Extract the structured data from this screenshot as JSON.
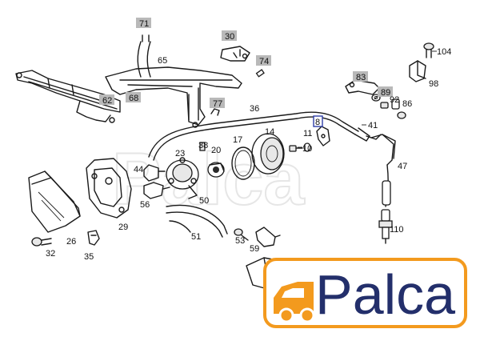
{
  "diagram": {
    "labels": {
      "l71": "71",
      "l30": "30",
      "l65": "65",
      "l74": "74",
      "l104": "104",
      "l98": "98",
      "l62": "62",
      "l68": "68",
      "l77": "77",
      "l36": "36",
      "l83": "83",
      "l89": "89",
      "l92": "92",
      "l86": "86",
      "l8": "8",
      "l41": "41",
      "l14": "14",
      "l17": "17",
      "l38": "38",
      "l23": "23",
      "l20": "20",
      "l11": "11",
      "l10": "10",
      "l44": "44",
      "l47": "47",
      "l56": "56",
      "l50": "50",
      "l29": "29",
      "l26": "26",
      "l51": "51",
      "l53": "53",
      "l110": "110",
      "l32": "32",
      "l35": "35",
      "l59": "59"
    },
    "boxed_labels": [
      "71",
      "30",
      "74",
      "62",
      "68",
      "77",
      "83",
      "89",
      "8"
    ]
  },
  "watermark": {
    "text": "Palca"
  },
  "logo": {
    "text": "Palca",
    "accent_color": "#f39a1e",
    "text_color": "#232f6b"
  }
}
